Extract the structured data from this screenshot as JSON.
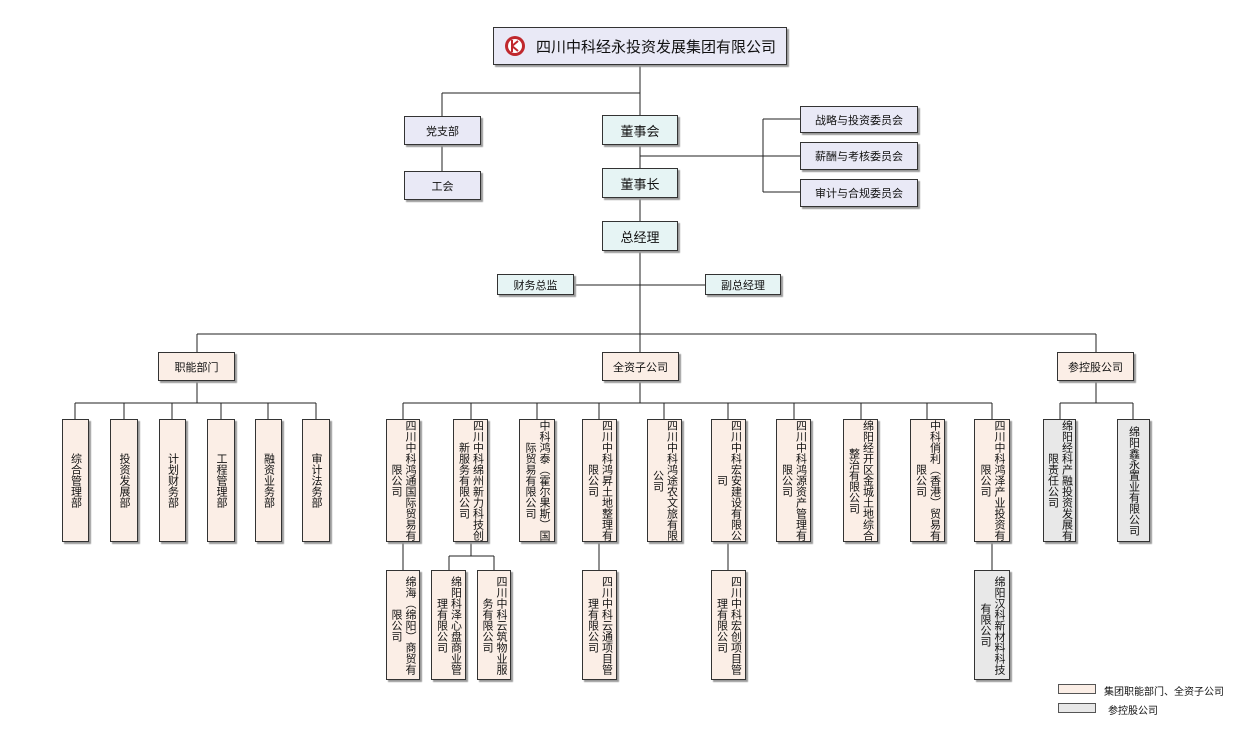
{
  "title": "四川中科经永投资发展集团有限公司",
  "party_branch": "党支部",
  "union": "工会",
  "board": "董事会",
  "chairman": "董事长",
  "general_manager": "总经理",
  "finance_director": "财务总监",
  "deputy_gm": "副总经理",
  "committees": [
    "战略与投资委员会",
    "薪酬与考核委员会",
    "审计与合规委员会"
  ],
  "categories": {
    "functional": "职能部门",
    "wholly_owned": "全资子公司",
    "holding": "参控股公司"
  },
  "departments": [
    "综合管理部",
    "投资发展部",
    "计划财务部",
    "工程管理部",
    "融资业务部",
    "审计法务部"
  ],
  "subsidiaries": [
    "四川中科鸿通国际贸易有限公司",
    "四川中科绵州新力科技创新服务有限公司",
    "中科鸿泰（霍尔果斯）国际贸易有限公司",
    "四川中科鸿昇土地整理有限公司",
    "四川中科鸿途农文旅有限公司",
    "四川中科宏安建设有限公司",
    "四川中科鸿源资产管理有限公司",
    "绵阳经开区金城土地综合整治有限公司",
    "中科俏利（香港）贸易有限公司",
    "四川中科鸿泽产业投资有限公司"
  ],
  "sub_subsidiaries": [
    "绵海（绵阳）商贸有限公司",
    "绵阳科泽心盘商业管理有限公司",
    "四川中科云筑物业服务有限公司",
    "四川中科云通项目管理有限公司",
    "四川中科宏创项目管理有限公司",
    "绵阳汉科新材料科技有限公司"
  ],
  "holdings": [
    "绵阳经科产融投资发展有限责任公司",
    "绵阳鑫永置业有限公司"
  ],
  "legend": {
    "group_label": "集团职能部门、全资子公司",
    "holding_label": "参控股公司"
  },
  "colors": {
    "top_box": "#e9e9f6",
    "governance_box": "#e6f4f4",
    "group_box": "#fbeee6",
    "holding_box": "#e8e8e8",
    "logo_red": "#c0282d"
  },
  "icons": {
    "logo": "company-logo-icon"
  }
}
